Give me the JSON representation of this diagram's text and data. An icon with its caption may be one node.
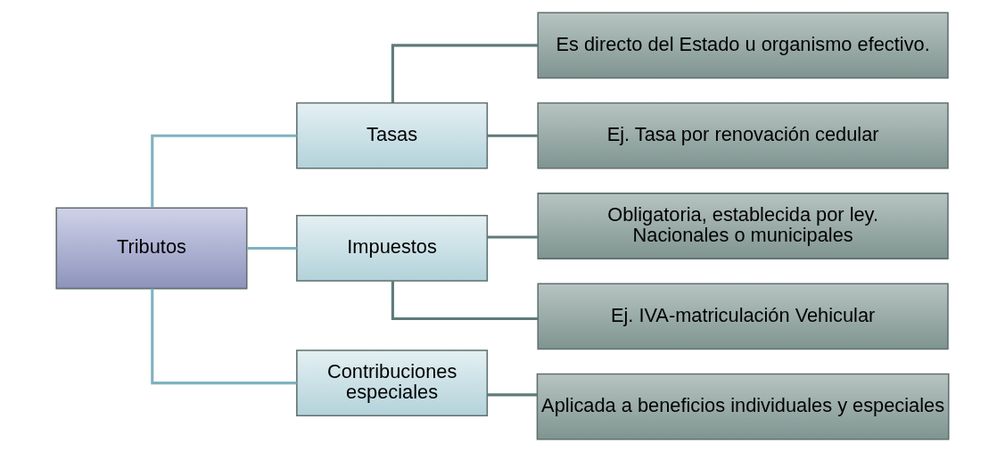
{
  "diagram": {
    "nodes": [
      {
        "text": [
          "Tributos"
        ]
      },
      {
        "text": [
          "Tasas"
        ]
      },
      {
        "text": [
          "Es directo del Estado u organismo efectivo."
        ]
      },
      {
        "text": [
          "Ej. Tasa por renovación cedular"
        ]
      },
      {
        "text": [
          "Impuestos"
        ]
      },
      {
        "text": [
          "Obligatoria, establecida por ley. Nacionales o municipales"
        ]
      },
      {
        "text": [
          "Ej. IVA-matriculación Vehicular"
        ]
      },
      {
        "text": [
          "Contribuciones especiales"
        ]
      },
      {
        "text": [
          "Aplicada a beneficios individuales y especiales"
        ]
      }
    ],
    "edges": [
      {
        "from": 0,
        "to": 1,
        "arrow": "none",
        "color": "#7fb2c0"
      },
      {
        "from": 0,
        "to": 4,
        "arrow": "none",
        "color": "#7fb2c0"
      },
      {
        "from": 0,
        "to": 7,
        "arrow": "none",
        "color": "#7fb2c0"
      },
      {
        "from": 1,
        "to": 2,
        "arrow": "none"
      },
      {
        "from": 1,
        "to": 3,
        "arrow": "none"
      },
      {
        "from": 4,
        "to": 5,
        "arrow": "none"
      },
      {
        "from": 4,
        "to": 6,
        "arrow": "none"
      },
      {
        "from": 7,
        "to": 8,
        "arrow": "none"
      }
    ]
  }
}
